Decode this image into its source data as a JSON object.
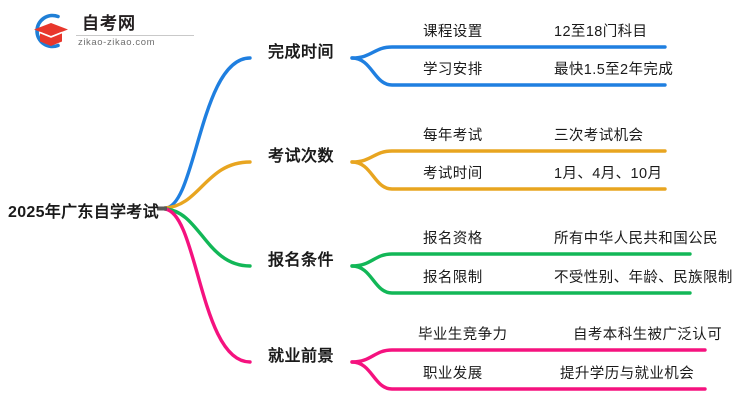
{
  "logo": {
    "mark_name": "zikao-logo-icon",
    "title": "自考网",
    "domain": "zikao-zikao.com",
    "arc_color": "#1f7fd6",
    "cap_color": "#e8372c"
  },
  "mindmap": {
    "root": {
      "label": "2025年广东自学考试"
    },
    "branches": [
      {
        "label": "完成时间",
        "color": "#1f7fe0",
        "leaves": [
          {
            "key": "课程设置",
            "value": "12至18门科目"
          },
          {
            "key": "学习安排",
            "value": "最快1.5至2年完成"
          }
        ]
      },
      {
        "label": "考试次数",
        "color": "#e8a520",
        "leaves": [
          {
            "key": "每年考试",
            "value": "三次考试机会"
          },
          {
            "key": "考试时间",
            "value": "1月、4月、10月"
          }
        ]
      },
      {
        "label": "报名条件",
        "color": "#12b757",
        "leaves": [
          {
            "key": "报名资格",
            "value": "所有中华人民共和国公民"
          },
          {
            "key": "报名限制",
            "value": "不受性别、年龄、民族限制"
          }
        ]
      },
      {
        "label": "就业前景",
        "color": "#f5127f",
        "leaves": [
          {
            "key": "毕业生竞争力",
            "value": "自考本科生被广泛认可"
          },
          {
            "key": "职业发展",
            "value": "提升学历与就业机会"
          }
        ]
      }
    ]
  }
}
